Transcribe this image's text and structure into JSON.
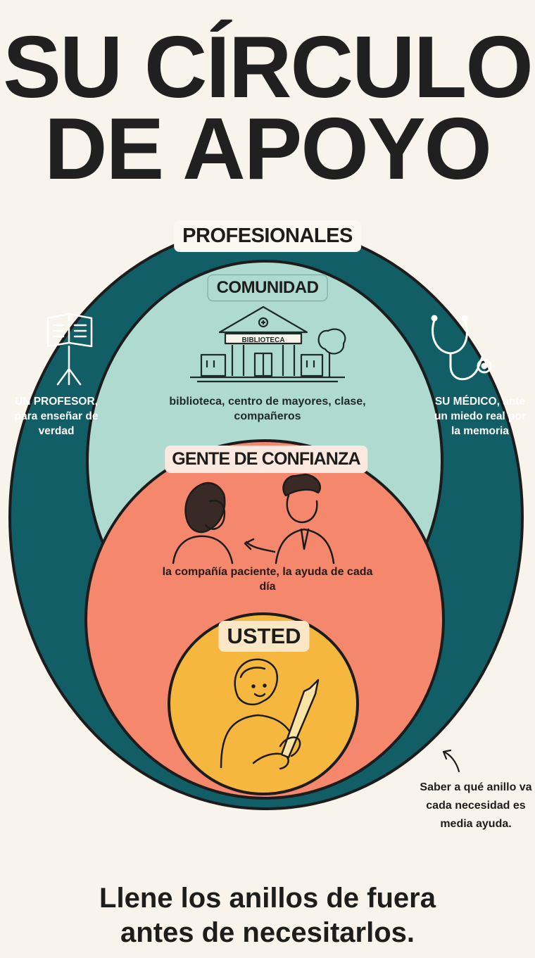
{
  "title": {
    "line1": "SU CÍRCULO",
    "line2": "DE APOYO"
  },
  "rings": {
    "professionals": {
      "label": "PROFESIONALES",
      "left_text": "UN PROFESOR, para enseñar de verdad",
      "right_text": "SU MÉDICO, ante un miedo real por la memoria",
      "color": "#125e66"
    },
    "community": {
      "label": "COMUNIDAD",
      "building_sign": "BIBLIOTECA",
      "text": "biblioteca, centro de mayores, clase, compañeros",
      "color": "#aedad0"
    },
    "trusted": {
      "label": "GENTE DE CONFIANZA",
      "text": "la compañía paciente, la ayuda de cada día",
      "color": "#f4876c"
    },
    "you": {
      "label": "USTED",
      "color": "#f6b73f"
    }
  },
  "icons": {
    "left": "music-stand-icon",
    "right": "stethoscope-icon",
    "community": "library-building-icon",
    "trusted": "two-people-talking-icon",
    "you": "person-with-pencil-icon",
    "note_arrow": "curved-arrow-icon"
  },
  "side_note": "Saber a qué anillo va cada necesidad es media ayuda.",
  "cta": {
    "line1": "Llene los anillos de fuera",
    "line2": "antes de necesitarlos."
  }
}
